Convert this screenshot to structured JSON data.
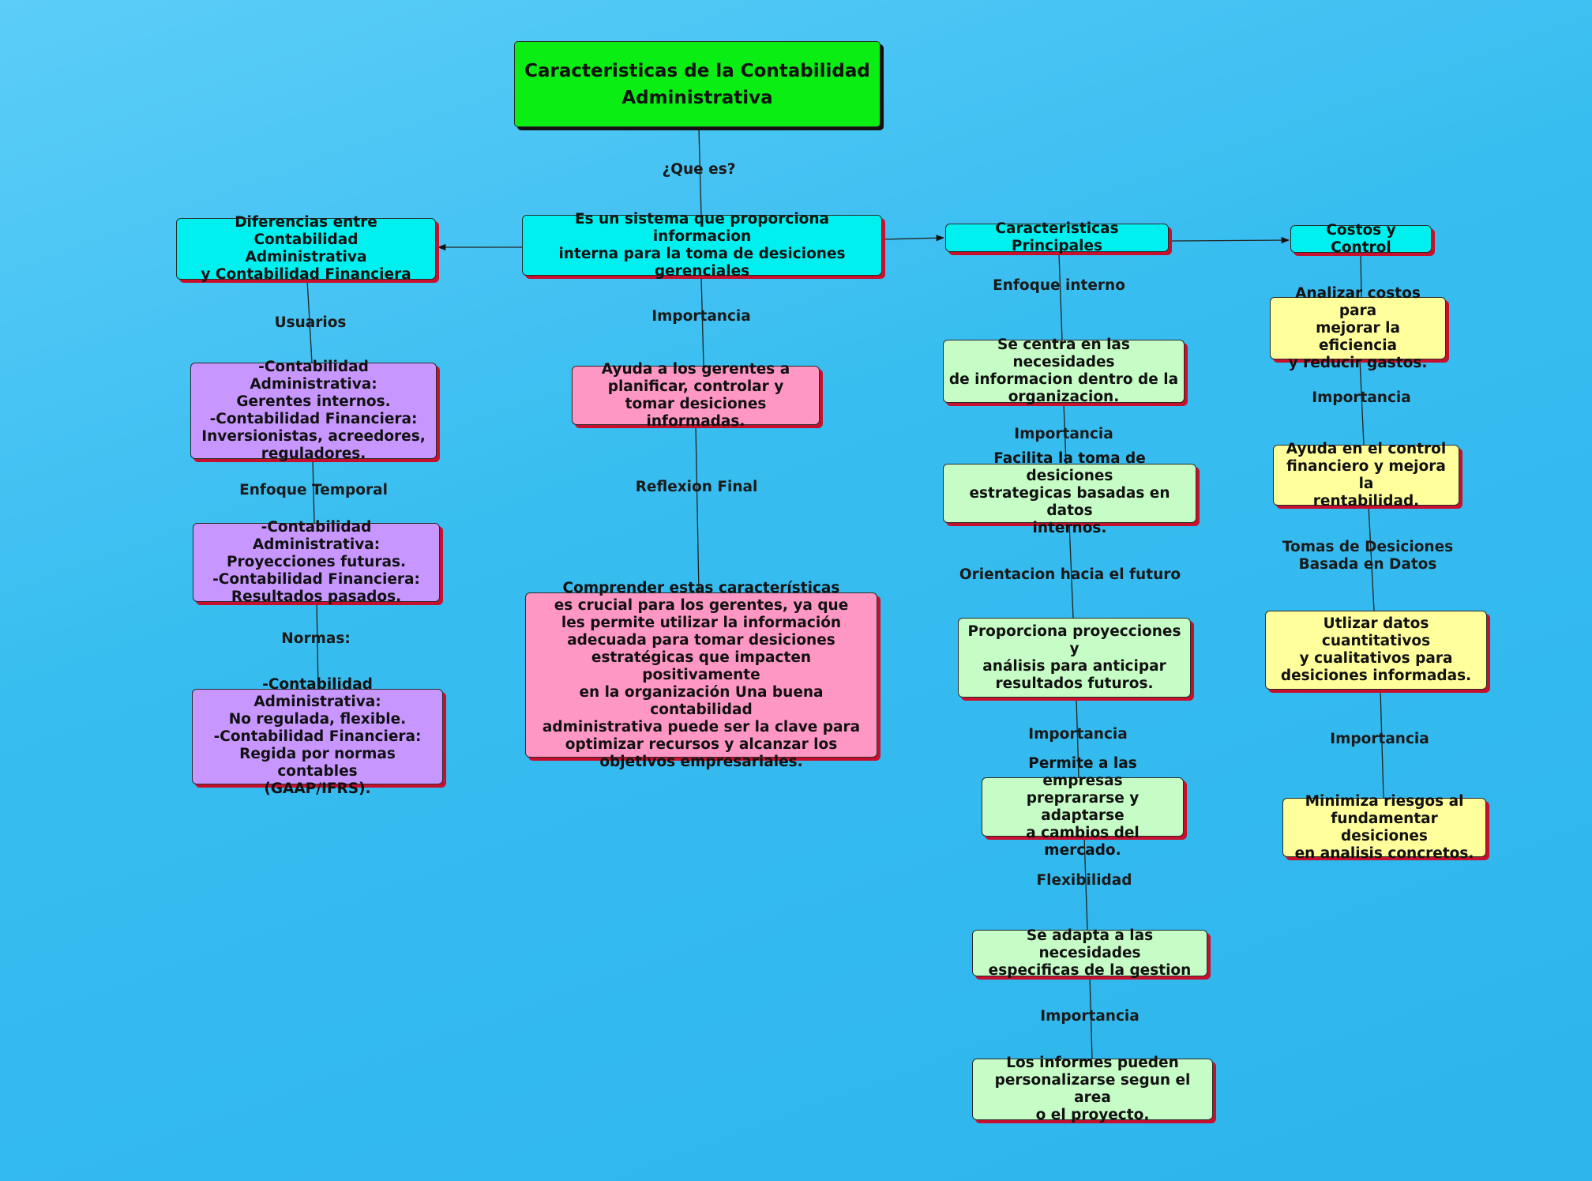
{
  "colors": {
    "title": "#0aee14",
    "cyan": "#00f0f0",
    "purple": "#c797ff",
    "pink": "#ff97c4",
    "mint": "#c6fcc6",
    "yellow": "#ffff9c",
    "shadow": "#c8102e"
  },
  "nodes": {
    "title": "Caracteristicas de la Contabilidad\nAdministrativa",
    "definicion": "Es un sistema que proporciona informacion\ninterna para la toma de desiciones\ngerenciales",
    "diferencias": "Diferencias entre Contabilidad\nAdministrativa\ny Contabilidad Financiera",
    "caracteristicas": "Caracteristicas Principales",
    "costos": "Costos y Control",
    "usuarios_detalle": "-Contabilidad Administrativa:\nGerentes internos.\n-Contabilidad Financiera:\nInversionistas, acreedores,\nreguladores.",
    "enfoque_temporal_detalle": "-Contabilidad Administrativa:\nProyecciones futuras.\n-Contabilidad Financiera:\nResultados pasados.",
    "normas_detalle": "-Contabilidad Administrativa:\nNo regulada, flexible.\n-Contabilidad Financiera:\nRegida por normas contables\n(GAAP/IFRS).",
    "ayuda_gerentes": "Ayuda a los gerentes a\nplanificar, controlar y\ntomar desiciones informadas.",
    "reflexion": "Comprender estas características\nes crucial para los gerentes, ya que\nles permite utilizar la información\nadecuada para tomar desiciones\nestratégicas que impacten positivamente\nen la organización Una buena contabilidad\nadministrativa puede ser la clave para\noptimizar recursos y alcanzar los\nobjetivos empresariales.",
    "se_centra": "Se centra en las necesidades\nde informacion dentro de la\norganizacion.",
    "facilita": "Facilita la toma de desiciones\nestrategicas basadas en datos\ninternos.",
    "proporciona": "Proporciona proyecciones y\nanálisis para anticipar\nresultados futuros.",
    "permite": "Permite a las empresas\npreprararse y adaptarse\na cambios del mercado.",
    "se_adapta": "Se adapta a las necesidades\nespecificas de la gestion",
    "informes": "Los informes pueden\npersonalizarse segun el area\no el proyecto.",
    "analizar": "Analizar costos para\nmejorar la eficiencia\ny reducir gastos.",
    "ayuda_control": "Ayuda en el control\nfinanciero y mejora la\nrentabilidad.",
    "utilizar": "Utlizar datos cuantitativos\ny cualitativos para\ndesiciones informadas.",
    "minimiza": "Minimiza riesgos al\nfundamentar desiciones\nen analisis concretos."
  },
  "labels": {
    "que_es": "¿Que es?",
    "usuarios": "Usuarios",
    "enfoque_temporal": "Enfoque Temporal",
    "normas": "Normas:",
    "importancia_centro": "Importancia",
    "reflexion_final": "Reflexion Final",
    "enfoque_interno": "Enfoque interno",
    "importancia_1": "Importancia",
    "orientacion": "Orientacion hacia el futuro",
    "importancia_2": "Importancia",
    "flexibilidad": "Flexibilidad",
    "importancia_3": "Importancia",
    "importancia_costos": "Importancia",
    "tomas_desiciones": "Tomas de Desiciones\nBasada en Datos",
    "importancia_costos_2": "Importancia"
  }
}
